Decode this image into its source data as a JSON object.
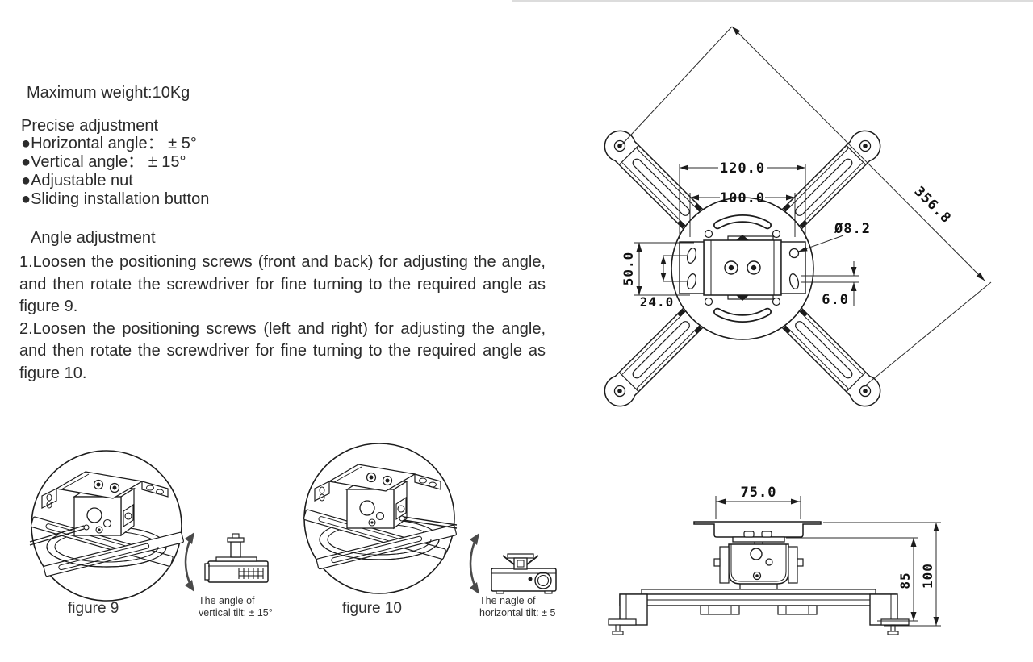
{
  "colors": {
    "line": "#1c1c1c",
    "text": "#2b2b2b"
  },
  "info": {
    "max_weight": "Maximum weight:10Kg",
    "precise_heading": "Precise adjustment",
    "features": [
      "●Horizontal angle： ± 5°",
      "●Vertical angle： ± 15°",
      "●Adjustable nut",
      "●Sliding installation button"
    ],
    "angle_heading": "Angle adjustment",
    "steps": [
      "1.Loosen the positioning screws (front and back) for adjusting the angle, and then rotate the screwdriver for fine turning to the required angle as figure 9.",
      "2.Loosen the positioning screws (left and right) for adjusting the angle, and then rotate the screwdriver for fine turning to the required angle as figure 10."
    ]
  },
  "top_view": {
    "dim_outer_width": "120.0",
    "dim_inner_width": "100.0",
    "dim_diagonal": "356.8",
    "dim_hole": "Ø8.2",
    "dim_plate_height": "50.0",
    "dim_slot_spacing": "24.0",
    "dim_slot_width": "6.0"
  },
  "side_view": {
    "dim_bracket_width": "75.0",
    "dim_mid_height": "85",
    "dim_total_height": "100"
  },
  "figures": {
    "fig9": {
      "label": "figure 9",
      "caption1": "The angle of",
      "caption2": "vertical tilt: ± 15°"
    },
    "fig10": {
      "label": "figure 10",
      "caption1": "The nagle of",
      "caption2": "horizontal tilt: ± 5"
    }
  }
}
